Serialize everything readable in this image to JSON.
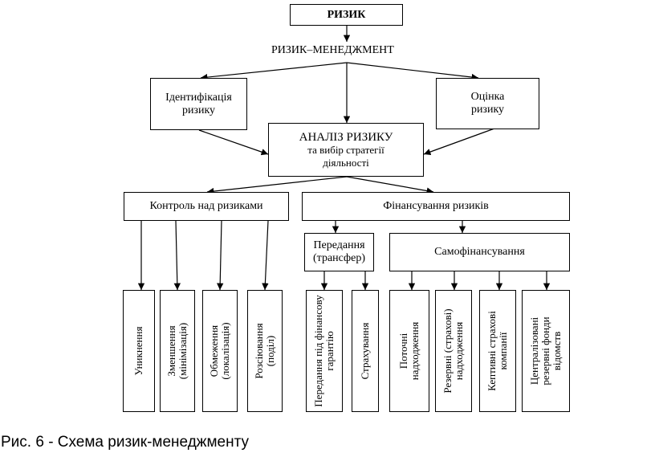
{
  "diagram": {
    "top": "РИЗИК",
    "management": "РИЗИК–МЕНЕДЖМЕНТ",
    "identification": "Ідентифікація ризику",
    "assessment": "Оцінка ризику",
    "analysis_title": "АНАЛІЗ РИЗИКУ",
    "analysis_sub": "та вибір стратегії діяльності",
    "control": "Контроль над ризиками",
    "financing": "Фінансування ризиків",
    "transfer": "Передання (трансфер)",
    "self_financing": "Самофінансування",
    "control_methods": [
      "Уникнення",
      "Зменшення (мінімізація)",
      "Обмеження (локалізація)",
      "Розсіювання (поділ)"
    ],
    "transfer_methods": [
      "Передання під фінансову гарантію",
      "Страхування"
    ],
    "self_methods": [
      "Поточні надходження",
      "Резервні (страхові) надходження",
      "Кептивні страхові компанії",
      "Централізовані резервні фонди відомств"
    ]
  },
  "caption": "Рис. 6 - Схема ризик-менеджменту"
}
